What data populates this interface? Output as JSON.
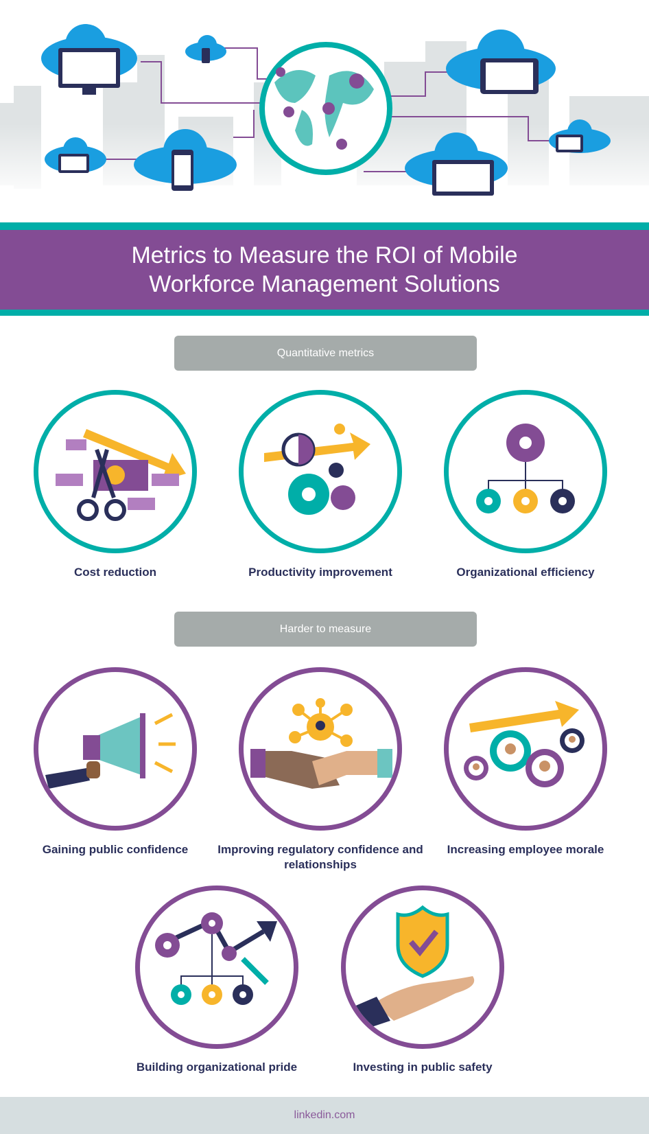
{
  "title": "Metrics to Measure the ROI of Mobile Workforce Management Solutions",
  "sections": [
    {
      "label": "Quantitative metrics",
      "items": [
        "Cost reduction",
        "Productivity improvement",
        "Organizational efficiency"
      ]
    },
    {
      "label": "Harder to measure",
      "items": [
        "Gaining public confidence",
        "Improving regulatory confidence and relationships",
        "Increasing employee morale",
        "Building organizational pride",
        "Investing in public safety"
      ]
    }
  ],
  "footer": "linkedin.com",
  "colors": {
    "purple": "#834c94",
    "teal": "#00aea8",
    "yellow": "#f7b52b",
    "navy": "#2a2f5a",
    "gray": "#a5abaa"
  }
}
